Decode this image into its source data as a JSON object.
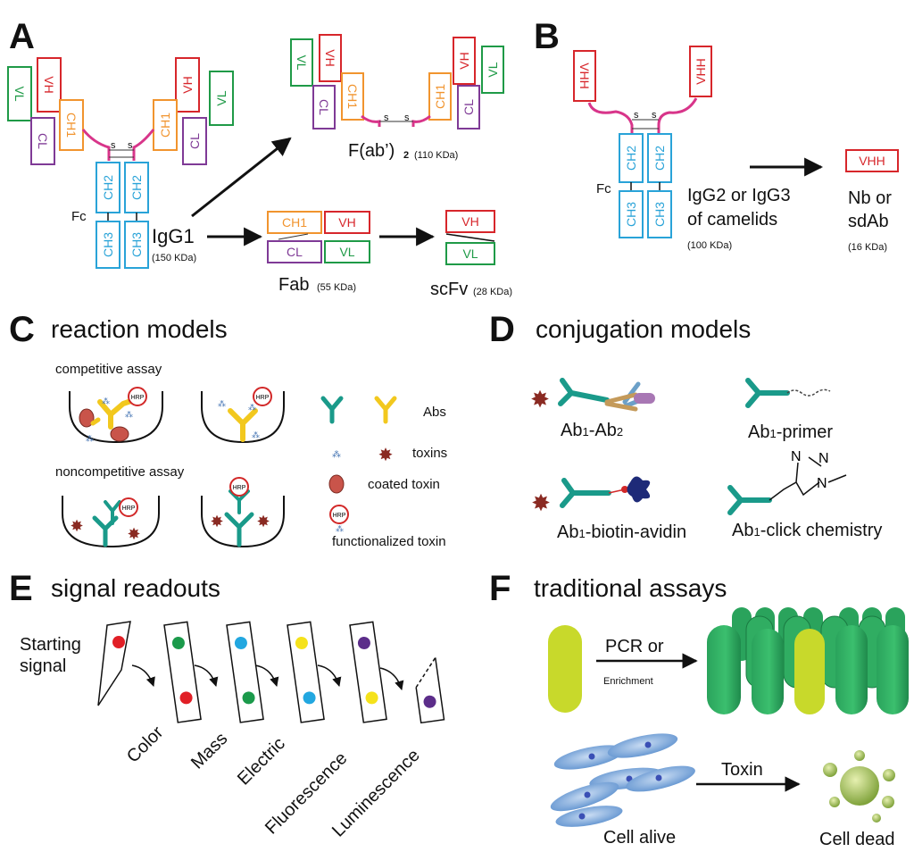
{
  "panels": {
    "a": {
      "letter": "A",
      "domains": {
        "vh": "VH",
        "vl": "VL",
        "ch1": "CH1",
        "cl": "CL",
        "ch2": "CH2",
        "ch3": "CH3"
      },
      "ss_letter": "s",
      "fc": "Fc",
      "igg1": "IgG1",
      "igg1_mass": "(150 KDa)",
      "fab2": "F(ab’)",
      "fab2_sub": "2",
      "fab2_mass": "(110 KDa)",
      "fab": "Fab",
      "fab_mass": "(55 KDa)",
      "scfv": "scFv",
      "scfv_mass": "(28 KDa)"
    },
    "b": {
      "letter": "B",
      "vhh": "VHH",
      "fc": "Fc",
      "camelid_line1": "IgG2 or IgG3",
      "camelid_line2": "of camelids",
      "camelid_mass": "(100 KDa)",
      "nb_line1": "Nb or",
      "nb_line2": "sdAb",
      "nb_mass": "(16 KDa)"
    },
    "c": {
      "letter": "C",
      "title": "reaction models",
      "competitive": "competitive assay",
      "noncompetitive": "noncompetitive assay",
      "hrp": "HRP",
      "legend": [
        "Abs",
        "toxins",
        "coated toxin",
        "functionalized toxin"
      ]
    },
    "d": {
      "letter": "D",
      "title": "conjugation models",
      "ab": "Ab",
      "sub1": "1",
      "sub2": "2",
      "label_ab2": "-Ab",
      "label_primer": "-primer",
      "label_biotin": "-biotin-avidin",
      "label_click": "-click chemistry",
      "triazole_n": "N"
    },
    "e": {
      "letter": "E",
      "title": "signal readouts",
      "start_line1": "Starting",
      "start_line2": "signal",
      "readouts": [
        "Color",
        "Mass",
        "Electric",
        "Fluorescence",
        "Luminescence"
      ]
    },
    "f": {
      "letter": "F",
      "title": "traditional assays",
      "pcr_line1": "PCR or",
      "pcr_line2": "Enrichment",
      "toxin": "Toxin",
      "cell_alive": "Cell alive",
      "cell_dead": "Cell dead"
    }
  },
  "colors": {
    "vh": "#d7262b",
    "vl": "#1f9a47",
    "ch1": "#f1942e",
    "cl": "#7f3a96",
    "ch": "#29a3d8",
    "hinge": "#d8358a",
    "ab_teal": "#1a9a8a",
    "ab_yellow": "#f2c81e",
    "toxin": "#8a2a22",
    "hrp": "#d22828",
    "dot_red": "#e11f26",
    "dot_green": "#1b9a4b",
    "dot_blue": "#22a7e0",
    "dot_yellow": "#f5e21b",
    "dot_purple": "#5c2d8a",
    "bac_yellow": "#c8d92b",
    "bac_green": "#2aa35c",
    "cell_blue": "#5f92cf"
  }
}
